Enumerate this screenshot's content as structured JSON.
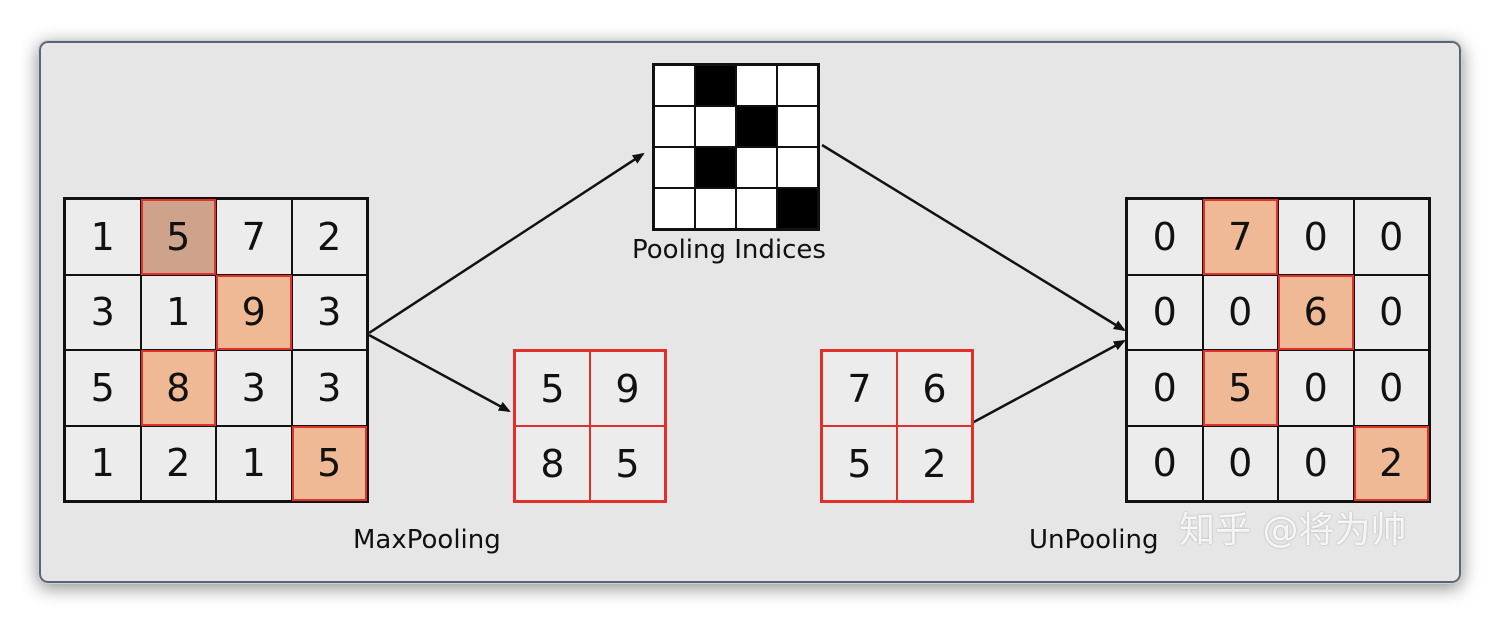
{
  "input_matrix": [
    [
      "1",
      "5",
      "7",
      "2"
    ],
    [
      "3",
      "1",
      "9",
      "3"
    ],
    [
      "5",
      "8",
      "3",
      "3"
    ],
    [
      "1",
      "2",
      "1",
      "5"
    ]
  ],
  "input_highlight": [
    [
      0,
      1
    ],
    [
      1,
      2
    ],
    [
      2,
      1
    ],
    [
      3,
      3
    ]
  ],
  "pooled_matrix": [
    [
      "5",
      "9"
    ],
    [
      "8",
      "5"
    ]
  ],
  "indices_matrix": [
    [
      0,
      1,
      0,
      0
    ],
    [
      0,
      0,
      1,
      0
    ],
    [
      0,
      1,
      0,
      0
    ],
    [
      0,
      0,
      0,
      1
    ]
  ],
  "unpool_input": [
    [
      "7",
      "6"
    ],
    [
      "5",
      "2"
    ]
  ],
  "output_matrix": [
    [
      "0",
      "7",
      "0",
      "0"
    ],
    [
      "0",
      "0",
      "6",
      "0"
    ],
    [
      "0",
      "5",
      "0",
      "0"
    ],
    [
      "0",
      "0",
      "0",
      "2"
    ]
  ],
  "output_highlight": [
    [
      0,
      1
    ],
    [
      1,
      2
    ],
    [
      2,
      1
    ],
    [
      3,
      3
    ]
  ],
  "labels": {
    "pooling_indices": "Pooling Indices",
    "maxpooling": "MaxPooling",
    "unpooling": "UnPooling",
    "watermark": "知乎 @将为帅"
  }
}
